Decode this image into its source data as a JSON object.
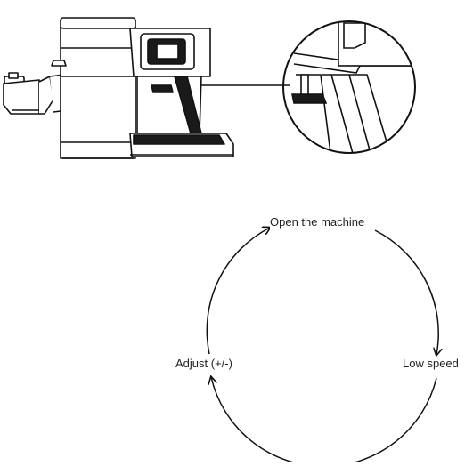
{
  "diagram": {
    "cycle_steps": [
      "Open the machine",
      "Low speed",
      "Adjust (+/-)"
    ],
    "line_color": "#111111",
    "fill_dark": "#1a1a1a",
    "fill_light": "#ffffff"
  }
}
